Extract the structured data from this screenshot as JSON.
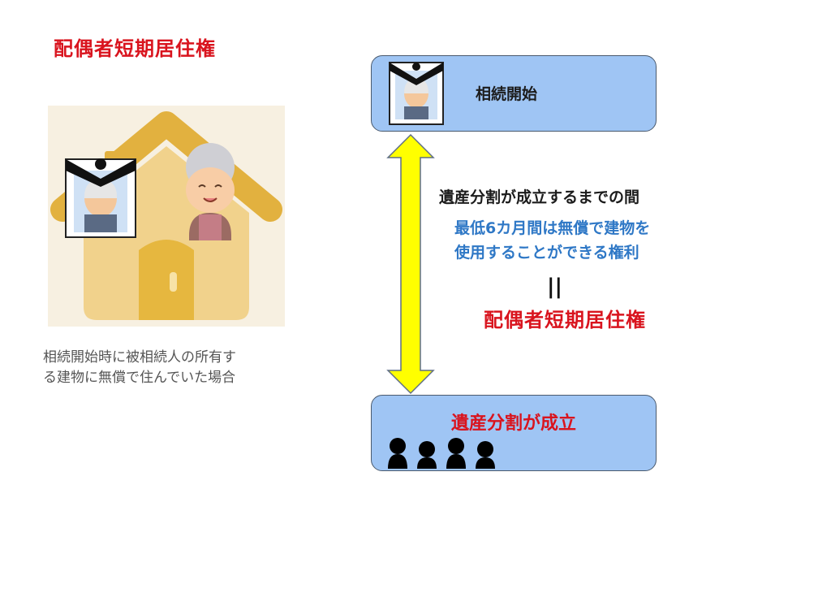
{
  "title": "配偶者短期居住権",
  "caption_lines": [
    "相続開始時に被相続人の所有す",
    "る建物に無償で住んでいた場合"
  ],
  "top_box_label": "相続開始",
  "bottom_box_label": "遺産分割が成立",
  "period_label": "遺産分割が成立するまでの間",
  "right_lines": [
    "最低6カ月間は無償で建物を",
    "使用することができる権利"
  ],
  "equals_sign": "||",
  "right_title": "配偶者短期居住権",
  "colors": {
    "title_red": "#d9141e",
    "box_blue": "#9fc5f4",
    "arrow_yellow": "#ffff00",
    "text_blue": "#2f78c6"
  },
  "icons": [
    "house-icon",
    "memorial-portrait-icon",
    "elderly-woman-icon",
    "person-silhouette-icon"
  ]
}
